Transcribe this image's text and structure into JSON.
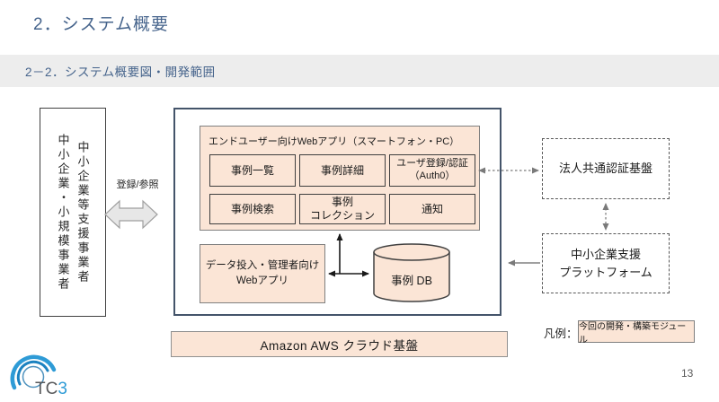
{
  "slide": {
    "title": "2．システム概要",
    "subtitle": "2－2．システム概要図・開発範囲",
    "page_number": "13",
    "logo": {
      "text_tc": "TC",
      "text_3": "3"
    }
  },
  "diagram": {
    "actors": {
      "column1": "中小企業等支援事業者",
      "column2": "中小企業・小規模事業者"
    },
    "register_arrow": {
      "label": "登録/参照",
      "icon": "left-right-block-arrow"
    },
    "enduser_app": {
      "title": "エンドユーザー向けWebアプリ（スマートフォン・PC）",
      "modules": [
        {
          "lines": [
            "事例一覧"
          ]
        },
        {
          "lines": [
            "事例詳細"
          ]
        },
        {
          "lines": [
            "ユーザ登録/認証",
            "（Auth0）"
          ]
        },
        {
          "lines": [
            "事例検索"
          ]
        },
        {
          "lines": [
            "事例",
            "コレクション"
          ]
        },
        {
          "lines": [
            "通知"
          ]
        }
      ]
    },
    "admin_app": {
      "lines": [
        "データ投入・管理者向け",
        "Webアプリ"
      ]
    },
    "db": {
      "label": "事例 DB"
    },
    "aws_bar": {
      "label": "Amazon AWS クラウド基盤"
    },
    "external": {
      "auth_box": {
        "label": "法人共通認証基盤"
      },
      "platform_box": {
        "lines": [
          "中小企業支援",
          "プラットフォーム"
        ]
      }
    },
    "legend": {
      "label": "凡例：",
      "item": "今回の開発・構築モジュール"
    }
  },
  "colors": {
    "accent_fill": "#FBE5D6",
    "box_border_gray": "#7F7F7F",
    "module_border": "#3F3F3F",
    "outer_border": "#44546A",
    "heading_blue": "#46648C",
    "subtitle_bar_bg": "#EDEDED",
    "logo_blue": "#2E9BD6",
    "connector_gray": "#808080",
    "connector_dark": "#1A1A1A"
  }
}
